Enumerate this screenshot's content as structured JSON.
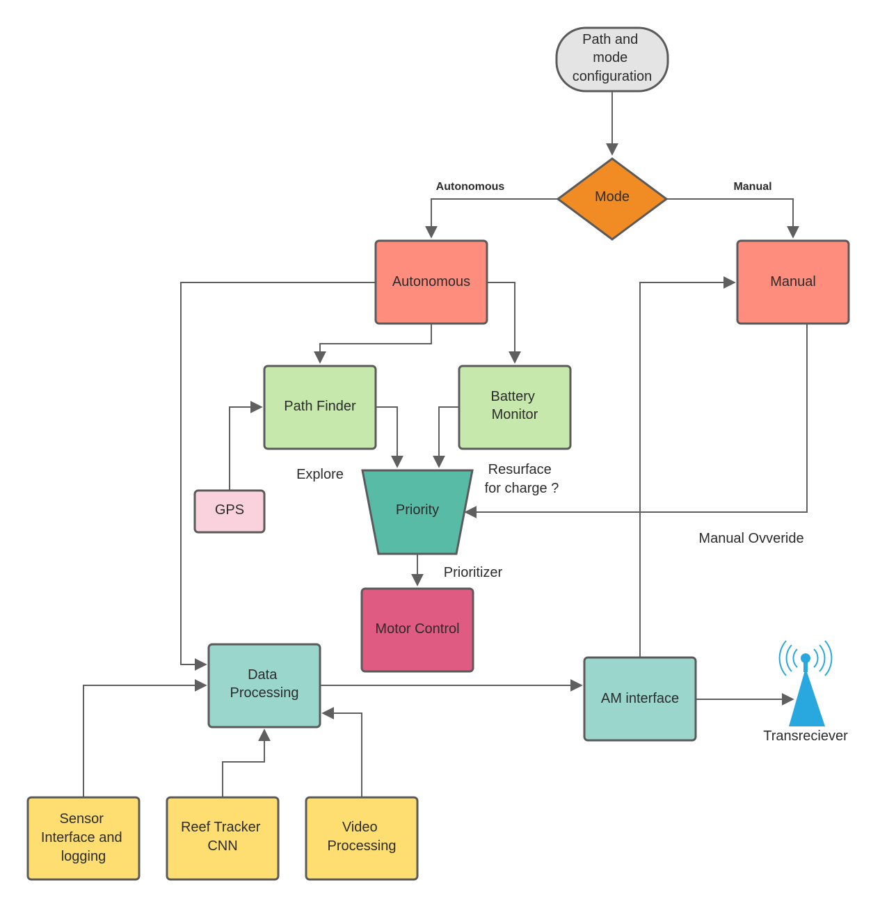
{
  "colors": {
    "terminal": "#e4e4e4",
    "decision": "#f08c23",
    "mode_box": "#fe8d7e",
    "autonomous_task": "#c7e8ad",
    "gps": "#f9d2de",
    "priority": "#58bba6",
    "motor": "#df5b82",
    "processing": "#9ad6cc",
    "input": "#fede70",
    "antenna": "#29a8df",
    "edge": "#5f5f5f"
  },
  "nodes": {
    "path_config": {
      "lines": [
        "Path and",
        "mode",
        "configuration"
      ]
    },
    "mode": {
      "lines": [
        "Mode"
      ]
    },
    "autonomous": {
      "lines": [
        "Autonomous"
      ]
    },
    "manual": {
      "lines": [
        "Manual"
      ]
    },
    "path_finder": {
      "lines": [
        "Path Finder"
      ]
    },
    "battery_monitor": {
      "lines": [
        "Battery",
        "Monitor"
      ]
    },
    "gps": {
      "lines": [
        "GPS"
      ]
    },
    "priority": {
      "lines": [
        "Priority"
      ]
    },
    "motor_control": {
      "lines": [
        "Motor Control"
      ]
    },
    "data_processing": {
      "lines": [
        "Data",
        "Processing"
      ]
    },
    "am_interface": {
      "lines": [
        "AM interface"
      ]
    },
    "sensor_interface": {
      "lines": [
        "Sensor",
        "Interface and",
        "logging"
      ]
    },
    "reef_tracker": {
      "lines": [
        "Reef Tracker",
        "CNN"
      ]
    },
    "video_processing": {
      "lines": [
        "Video",
        "Processing"
      ]
    },
    "transreciever": {
      "icon": "antenna-icon",
      "lines": [
        "Transreciever"
      ]
    }
  },
  "labels": {
    "autonomous_branch": "Autonomous",
    "manual_branch": "Manual",
    "explore": "Explore",
    "resurface": [
      "Resurface",
      "for charge ?"
    ],
    "manual_override": "Manual Ovveride",
    "prioritizer": "Prioritizer"
  }
}
